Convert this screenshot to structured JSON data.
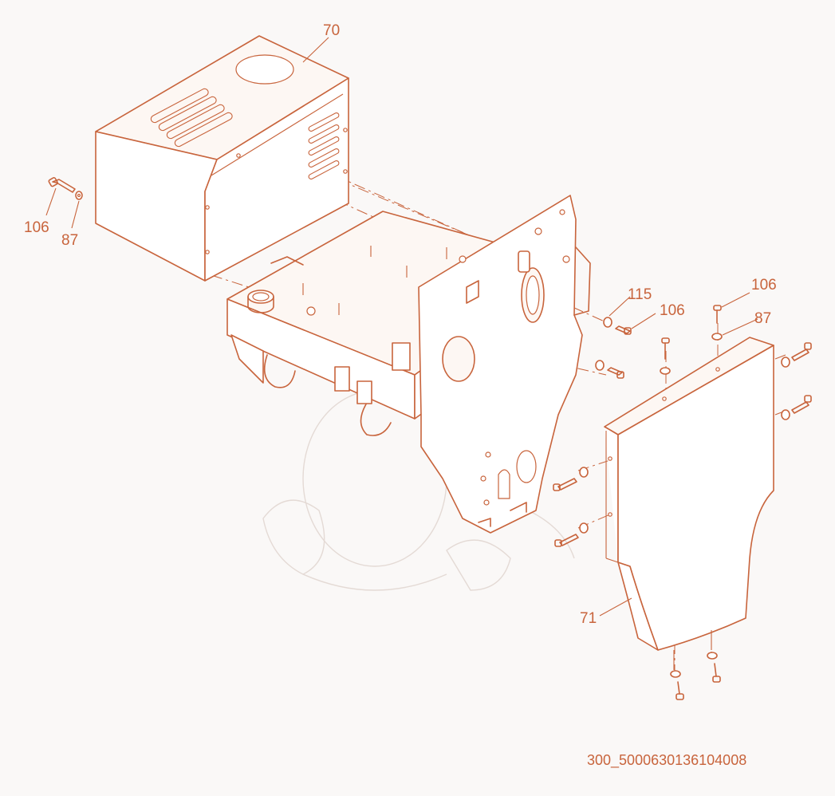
{
  "diagram": {
    "callouts": {
      "c70": "70",
      "c106_left": "106",
      "c87_left": "87",
      "c115": "115",
      "c106_mid": "106",
      "c106_right": "106",
      "c87_right": "87",
      "c71": "71"
    },
    "drawing_code": "300_5000630136104008"
  },
  "colors": {
    "line": "#c8643c",
    "background": "#faf8f7"
  }
}
